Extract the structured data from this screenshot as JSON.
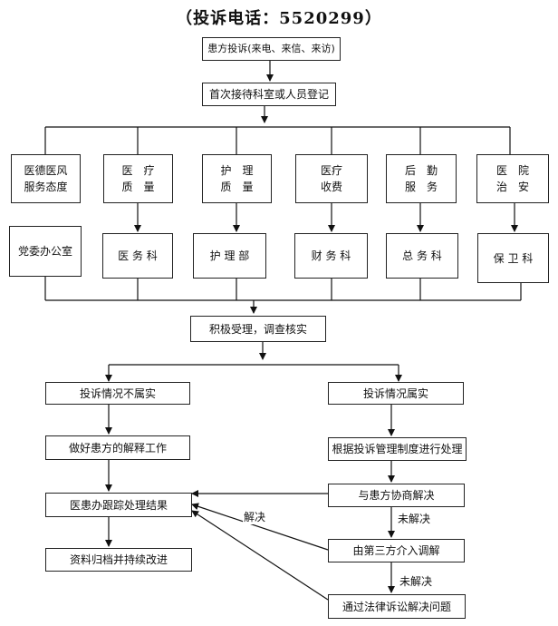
{
  "title": "（投诉电话：5520299）",
  "top": {
    "complaint": "患方投诉(来电、来信、来访)",
    "register": "首次接待科室或人员登记"
  },
  "categories": [
    "医德医风\n服务态度",
    "医　疗\n质　量",
    "护　理\n质　量",
    "医疗\n收费",
    "后　勤\n服　务",
    "医　院\n治　安"
  ],
  "departments": [
    "党委办公室",
    "医 务 科",
    "护 理 部",
    "财 务 科",
    "总 务 科",
    "保 卫 科"
  ],
  "process": {
    "accept": "积极受理，调查核实",
    "left": {
      "not_true": "投诉情况不属实",
      "explain": "做好患方的解释工作",
      "follow": "医患办跟踪处理结果",
      "archive": "资料归档并持续改进"
    },
    "right": {
      "true": "投诉情况属实",
      "handle": "根据投诉管理制度进行处理",
      "negotiate": "与患方协商解决",
      "third_party": "由第三方介入调解",
      "litigation": "通过法律诉讼解决问题"
    },
    "labels": {
      "resolved": "解决",
      "unresolved_1": "未解决",
      "unresolved_2": "未解决"
    }
  }
}
